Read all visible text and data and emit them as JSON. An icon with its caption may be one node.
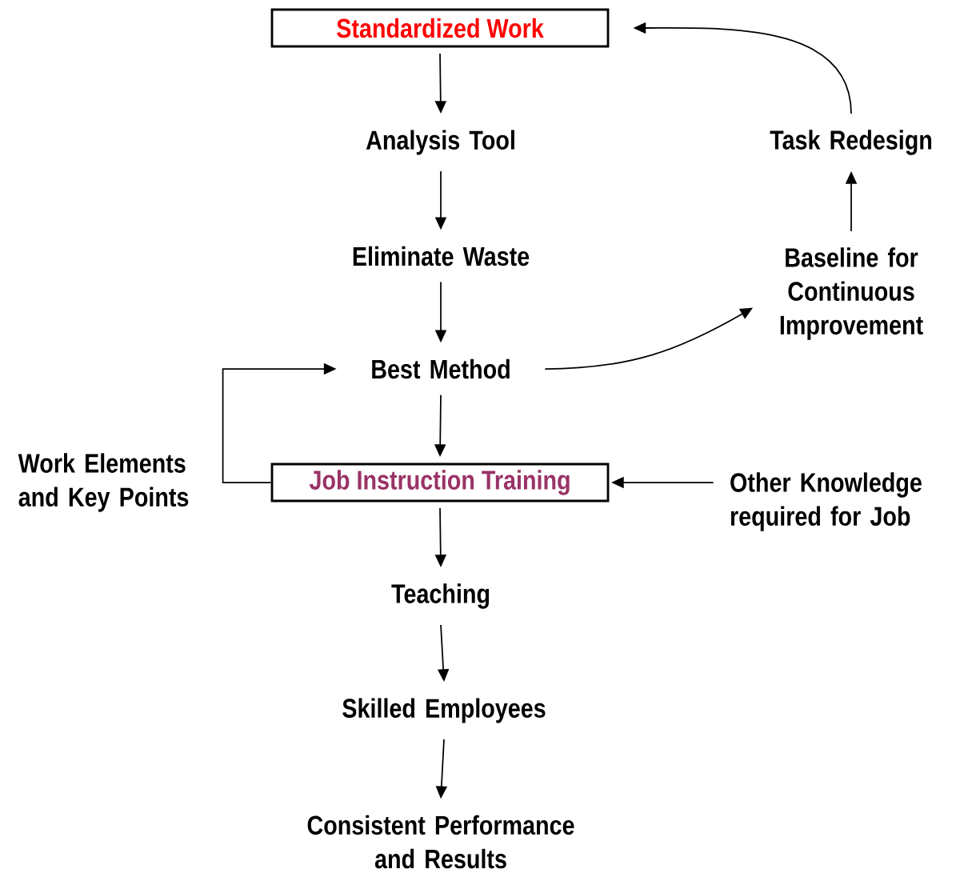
{
  "diagram": {
    "nodes": [
      {
        "text": [
          "Standardized Work"
        ]
      },
      {
        "text": [
          "Analysis Tool"
        ]
      },
      {
        "text": [
          "Eliminate Waste"
        ]
      },
      {
        "text": [
          "Best Method"
        ]
      },
      {
        "text": [
          "Job Instruction Training"
        ]
      },
      {
        "text": [
          "Teaching"
        ]
      },
      {
        "text": [
          "Skilled Employees"
        ]
      },
      {
        "text": [
          "Consistent Performance and Results"
        ]
      },
      {
        "text": [
          "Task Redesign"
        ]
      },
      {
        "text": [
          "Baseline for Continuous Improvement"
        ]
      },
      {
        "text": [
          "Other Knowledge required for Job"
        ]
      }
    ],
    "edges": [
      {
        "from": 0,
        "to": 1,
        "arrow": "to"
      },
      {
        "from": 1,
        "to": 2,
        "arrow": "to"
      },
      {
        "from": 2,
        "to": 3,
        "arrow": "to"
      },
      {
        "from": 3,
        "to": 4,
        "arrow": "to"
      },
      {
        "from": 4,
        "to": 5,
        "arrow": "to"
      },
      {
        "from": 5,
        "to": 6,
        "arrow": "to"
      },
      {
        "from": 6,
        "to": 7,
        "arrow": "to"
      },
      {
        "from": 3,
        "to": 9,
        "arrow": "to"
      },
      {
        "from": 9,
        "to": 8,
        "arrow": "to"
      },
      {
        "from": 8,
        "to": 0,
        "arrow": "to"
      },
      {
        "from": 4,
        "to": 3,
        "arrow": "to",
        "label": "Work Elements and Key Points"
      },
      {
        "from": 10,
        "to": 4,
        "arrow": "to"
      }
    ]
  }
}
